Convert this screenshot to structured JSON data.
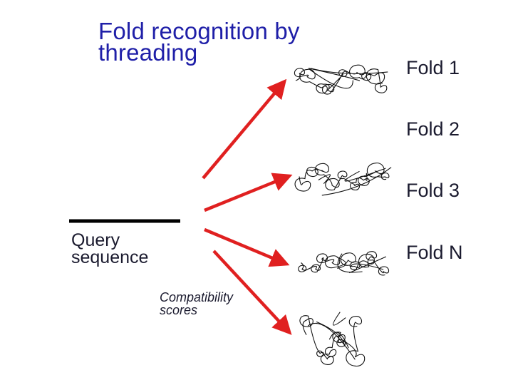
{
  "title": {
    "line1": "Fold recognition by",
    "line2": "threading"
  },
  "folds": [
    {
      "label": "Fold 1"
    },
    {
      "label": "Fold 2"
    },
    {
      "label": "Fold 3"
    },
    {
      "label": "Fold N"
    }
  ],
  "query": {
    "line1": "Query",
    "line2": "sequence"
  },
  "scores": {
    "line1": "Compatibility",
    "line2": "scores"
  },
  "colors": {
    "arrow": "#e02020",
    "title": "#1f1fa8",
    "text": "#1a1a2e",
    "line": "#000000"
  }
}
